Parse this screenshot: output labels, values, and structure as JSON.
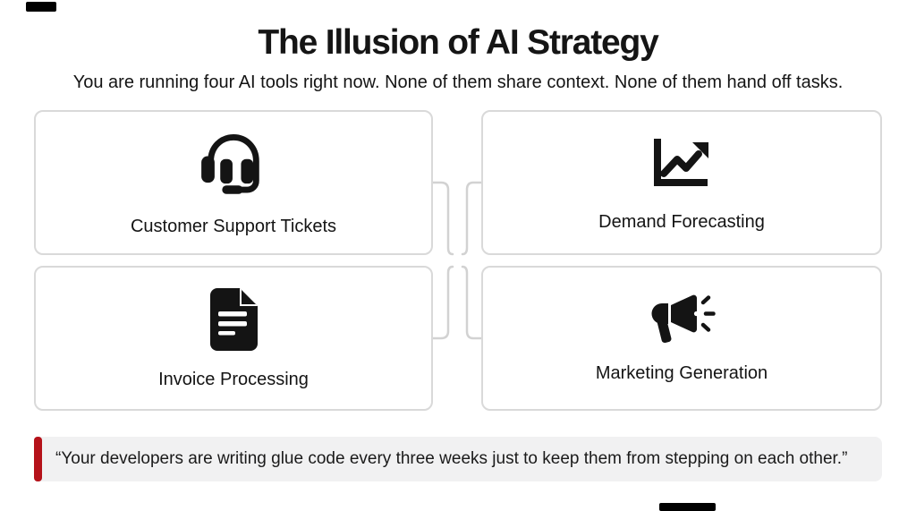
{
  "header": {
    "title": "The Illusion of AI Strategy",
    "subtitle": "You are running four AI tools right now. None of them share context. None of them hand off tasks."
  },
  "cards": [
    {
      "label": "Customer Support Tickets",
      "icon": "headset-icon"
    },
    {
      "label": "Demand Forecasting",
      "icon": "trend-chart-icon"
    },
    {
      "label": "Invoice Processing",
      "icon": "document-icon"
    },
    {
      "label": "Marketing Generation",
      "icon": "megaphone-icon"
    }
  ],
  "quote": {
    "text": "“Your developers are writing glue code every three weeks just to keep them from stepping on each other.”"
  },
  "colors": {
    "accent_red": "#b5121a",
    "card_border": "#d9d9d9",
    "connector_gray": "#d2d2d2",
    "quote_background": "#f1f1f2",
    "icon_black": "#141414"
  }
}
